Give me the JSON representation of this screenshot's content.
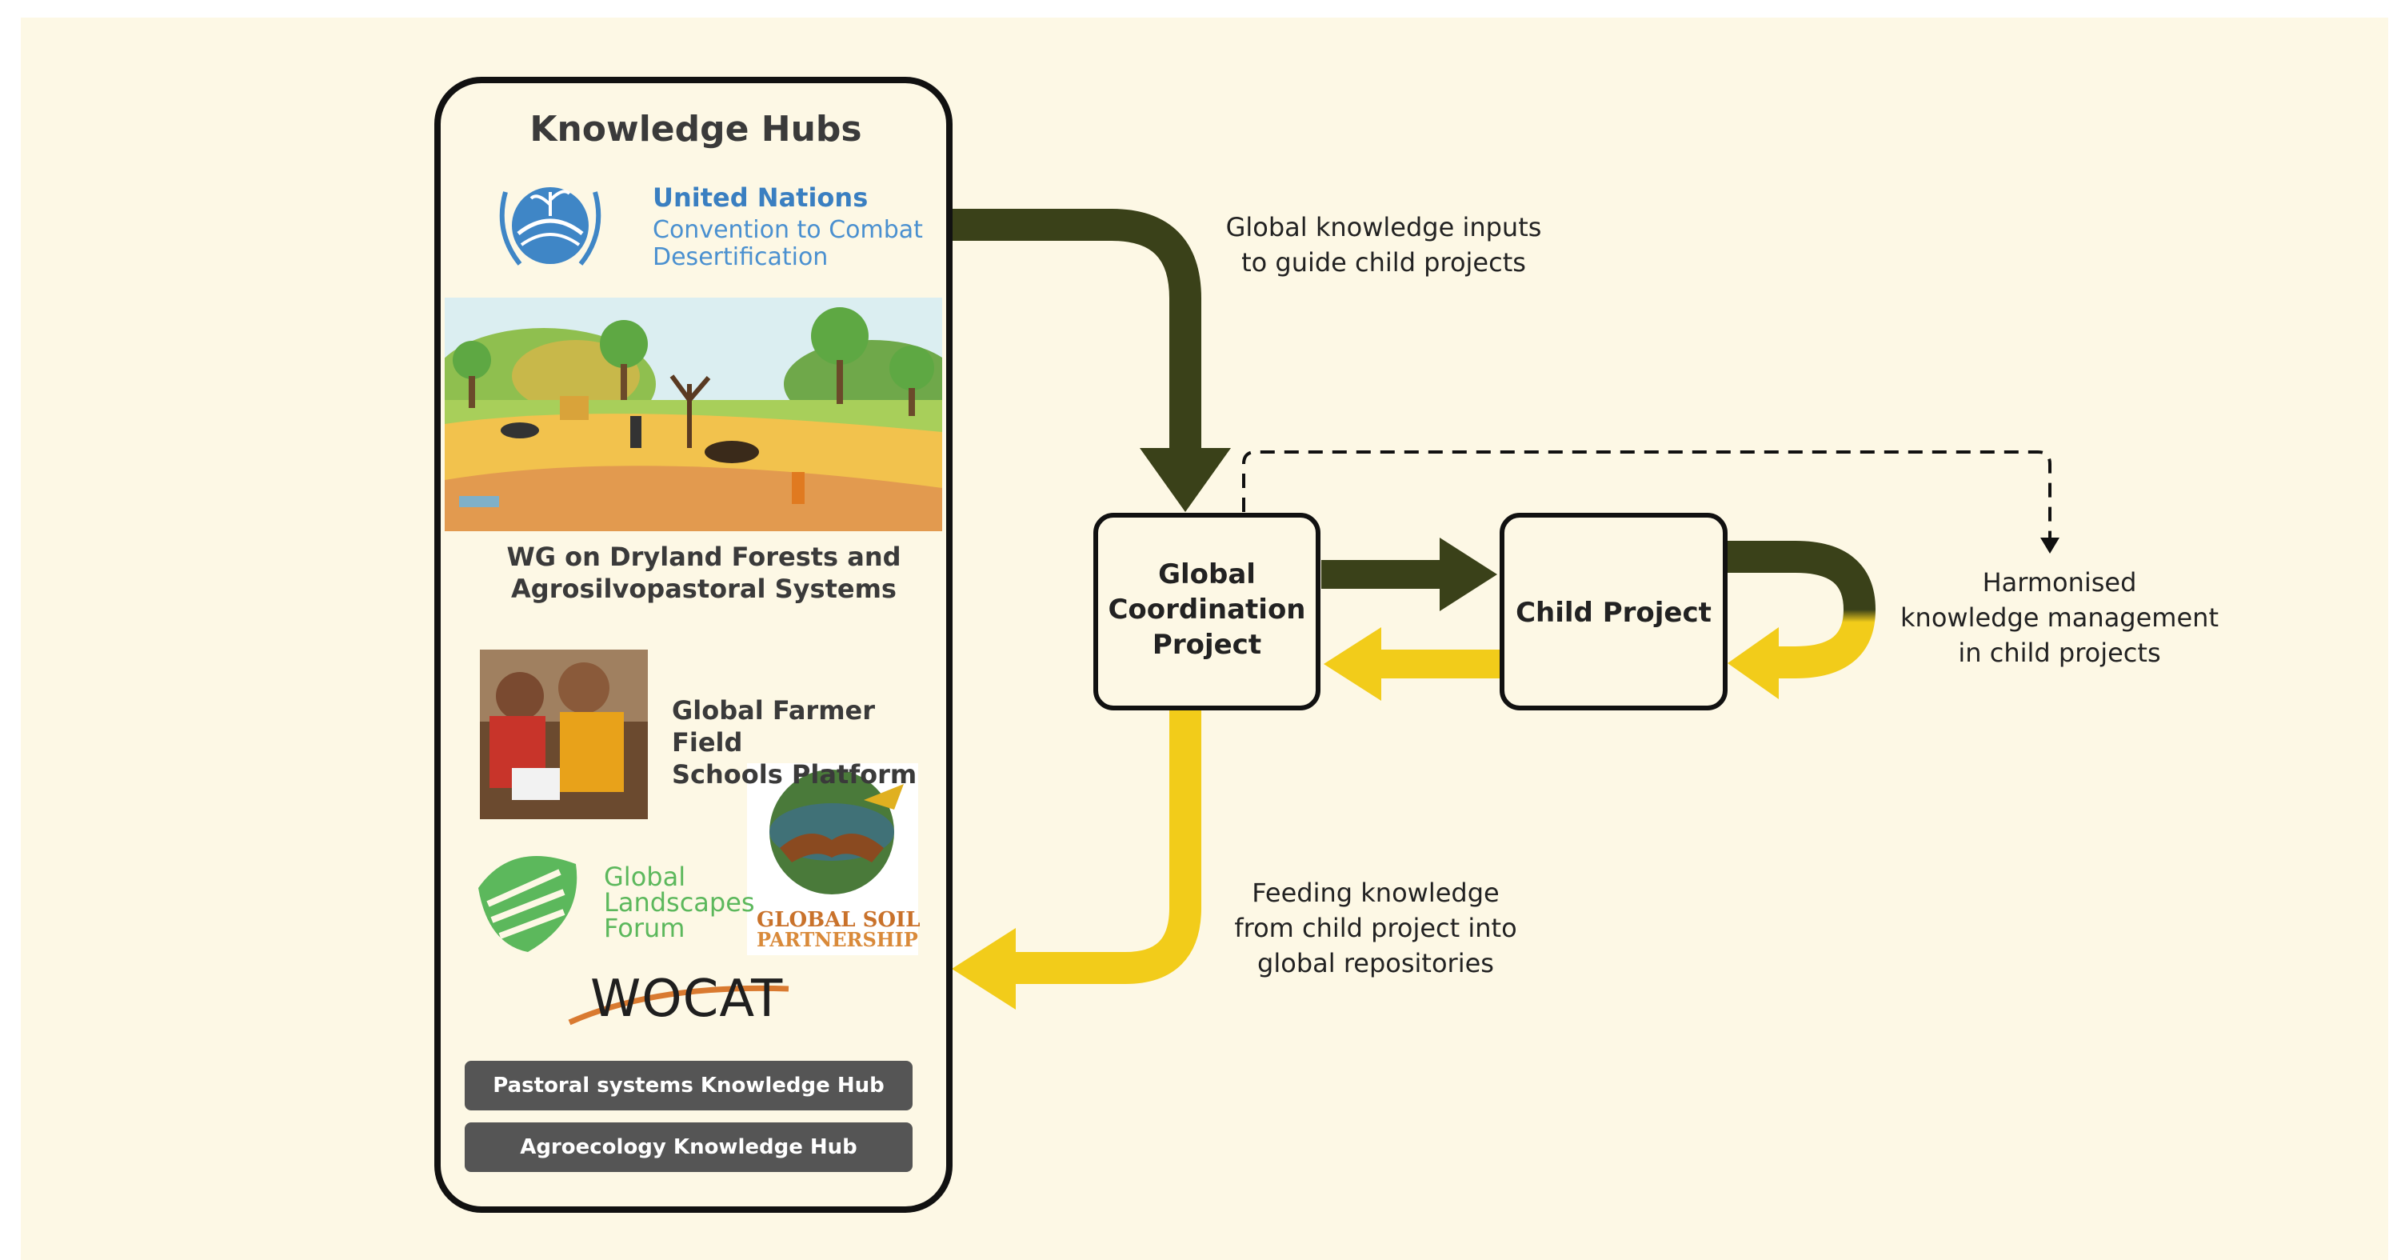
{
  "colors": {
    "background": "#fdf8e5",
    "dark_arrow": "#3a4119",
    "yellow_arrow": "#f2cc1a",
    "box_border": "#111111",
    "pill": "#555555"
  },
  "hubs_panel": {
    "title": "Knowledge Hubs",
    "unccd": {
      "name": "United Nations",
      "line2": "Convention to Combat",
      "line3": "Desertification"
    },
    "wg": {
      "line1": "WG on Dryland Forests and",
      "line2": "Agrosilvopastoral Systems"
    },
    "ffs": {
      "line1": "Global Farmer Field",
      "line2": "Schools Platform"
    },
    "glf": {
      "line1": "Global",
      "line2": "Landscapes",
      "line3": "Forum"
    },
    "gsp": {
      "line1": "GLOBAL SOIL",
      "line2": "PARTNERSHIP"
    },
    "wocat": "WOCAT",
    "pills": [
      "Pastoral systems Knowledge Hub",
      "Agroecology Knowledge Hub"
    ]
  },
  "nodes": {
    "global_coordination": [
      "Global",
      "Coordination",
      "Project"
    ],
    "child_project": "Child Project"
  },
  "labels": {
    "global_inputs": [
      "Global knowledge inputs",
      "to guide child projects"
    ],
    "harmonised": [
      "Harmonised",
      "knowledge management",
      "in child projects"
    ],
    "feeding": [
      "Feeding knowledge",
      "from child project into",
      "global repositories"
    ]
  }
}
